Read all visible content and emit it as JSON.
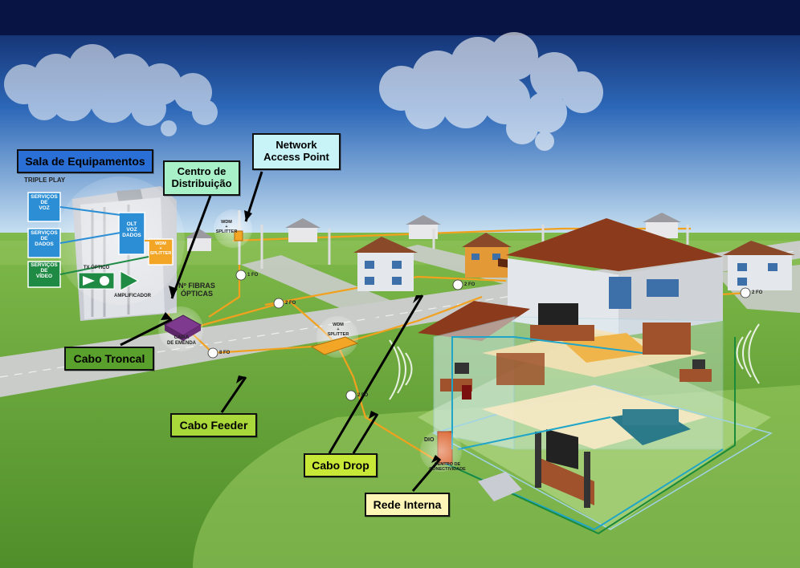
{
  "callouts": {
    "sala_equipamentos": "Sala de Equipamentos",
    "centro_distribuicao_line1": "Centro de",
    "centro_distribuicao_line2": "Distribuição",
    "network_access_line1": "Network",
    "network_access_line2": "Access Point",
    "cabo_troncal": "Cabo Troncal",
    "cabo_feeder": "Cabo Feeder",
    "cabo_drop": "Cabo Drop",
    "rede_interna": "Rede Interna"
  },
  "equipment_room": {
    "triple_play": "TRIPLE PLAY",
    "servicos_voz": [
      "SERVIÇOS",
      "DE",
      "VOZ"
    ],
    "servicos_dados": [
      "SERVIÇOS",
      "DE",
      "DADOS"
    ],
    "servicos_video": [
      "SERVIÇOS",
      "DE",
      "VÍDEO"
    ],
    "olt": [
      "OLT",
      "VOZ",
      "DADOS"
    ],
    "tx_optico": "TX ÓPTICO",
    "amplificador": "AMPLIFICADOR",
    "wdm_splitter": [
      "WDM",
      "+",
      "SPLITTER"
    ]
  },
  "labels": {
    "n_fibras_line1": "Nº FIBRAS",
    "n_fibras_line2": "ÓPTICAS",
    "caixa_line1": "CAIXA",
    "caixa_line2": "DE EMENDA",
    "wdm_splitter_nap": [
      "WDM",
      "+",
      "SPLITTER"
    ],
    "wdm_splitter_mid": [
      "WDM",
      "+",
      "SPLITTER"
    ],
    "fo_1": "1 FO",
    "fo_2a": "2 FO",
    "fo_8": "8 FO",
    "fo_2b": "2 FO",
    "fo_2c": "2 FO",
    "fo_2d": "2 FO",
    "dio": "DIO",
    "centro_conect_line1": "CENTRO DE",
    "centro_conect_line2": "CONECTIVIDADE"
  },
  "colors": {
    "sky_dark": "#0b1d58",
    "sky_light": "#cfe6f4",
    "grass": "#6aa63c",
    "road": "#c9ccc9",
    "fiber": "#f2a11e",
    "callout_blue": "#2a6fd6",
    "callout_mint": "#a8f0c8",
    "callout_lightblue": "#c8f4f8",
    "callout_green": "#5aa02c",
    "callout_lime": "#a9d83a",
    "callout_yellowgreen": "#c8e838",
    "callout_cream": "#fdf6b6"
  }
}
